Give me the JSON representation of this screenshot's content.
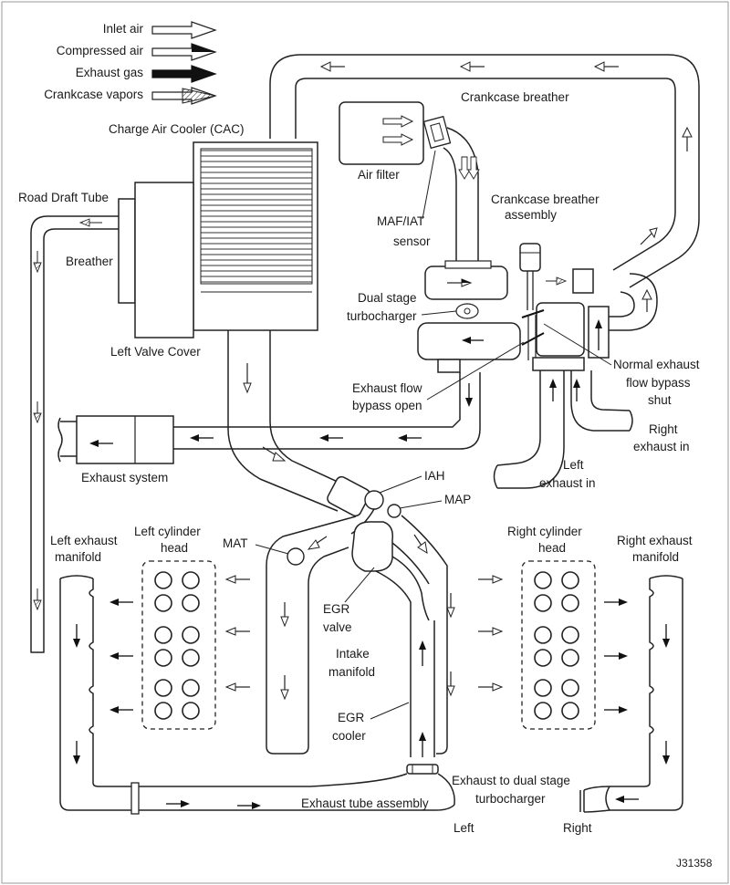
{
  "legend": [
    {
      "label": "Inlet air",
      "style": "open"
    },
    {
      "label": "Compressed air",
      "style": "half"
    },
    {
      "label": "Exhaust gas",
      "style": "solid"
    },
    {
      "label": "Crankcase vapors",
      "style": "hatched"
    }
  ],
  "labels": {
    "crankcase_breather": "Crankcase breather",
    "cac": "Charge Air Cooler (CAC)",
    "air_filter": "Air filter",
    "road_draft_tube": "Road Draft Tube",
    "breather": "Breather",
    "crankcase_breather_assembly_1": "Crankcase breather",
    "crankcase_breather_assembly_2": "assembly",
    "maf_iat_1": "MAF/IAT",
    "maf_iat_2": "sensor",
    "dual_stage_1": "Dual stage",
    "dual_stage_2": "turbocharger",
    "left_valve_cover": "Left Valve Cover",
    "normal_exhaust_1": "Normal exhaust",
    "normal_exhaust_2": "flow bypass",
    "normal_exhaust_3": "shut",
    "exhaust_bypass_1": "Exhaust flow",
    "exhaust_bypass_2": "bypass open",
    "right_exhaust_in_1": "Right",
    "right_exhaust_in_2": "exhaust in",
    "left_exhaust_in_1": "Left",
    "left_exhaust_in_2": "exhaust in",
    "exhaust_system": "Exhaust system",
    "iah": "IAH",
    "map": "MAP",
    "left_exhaust_manifold_1": "Left exhaust",
    "left_exhaust_manifold_2": "manifold",
    "left_cyl_head_1": "Left cylinder",
    "left_cyl_head_2": "head",
    "mat": "MAT",
    "right_cyl_head_1": "Right cylinder",
    "right_cyl_head_2": "head",
    "right_exhaust_manifold_1": "Right exhaust",
    "right_exhaust_manifold_2": "manifold",
    "egr_valve_1": "EGR",
    "egr_valve_2": "valve",
    "intake_manifold_1": "Intake",
    "intake_manifold_2": "manifold",
    "egr_cooler_1": "EGR",
    "egr_cooler_2": "cooler",
    "exhaust_to_turbo_1": "Exhaust to dual stage",
    "exhaust_to_turbo_2": "turbocharger",
    "exhaust_tube_assembly": "Exhaust tube assembly",
    "left": "Left",
    "right": "Right",
    "figure_id": "J31358"
  }
}
